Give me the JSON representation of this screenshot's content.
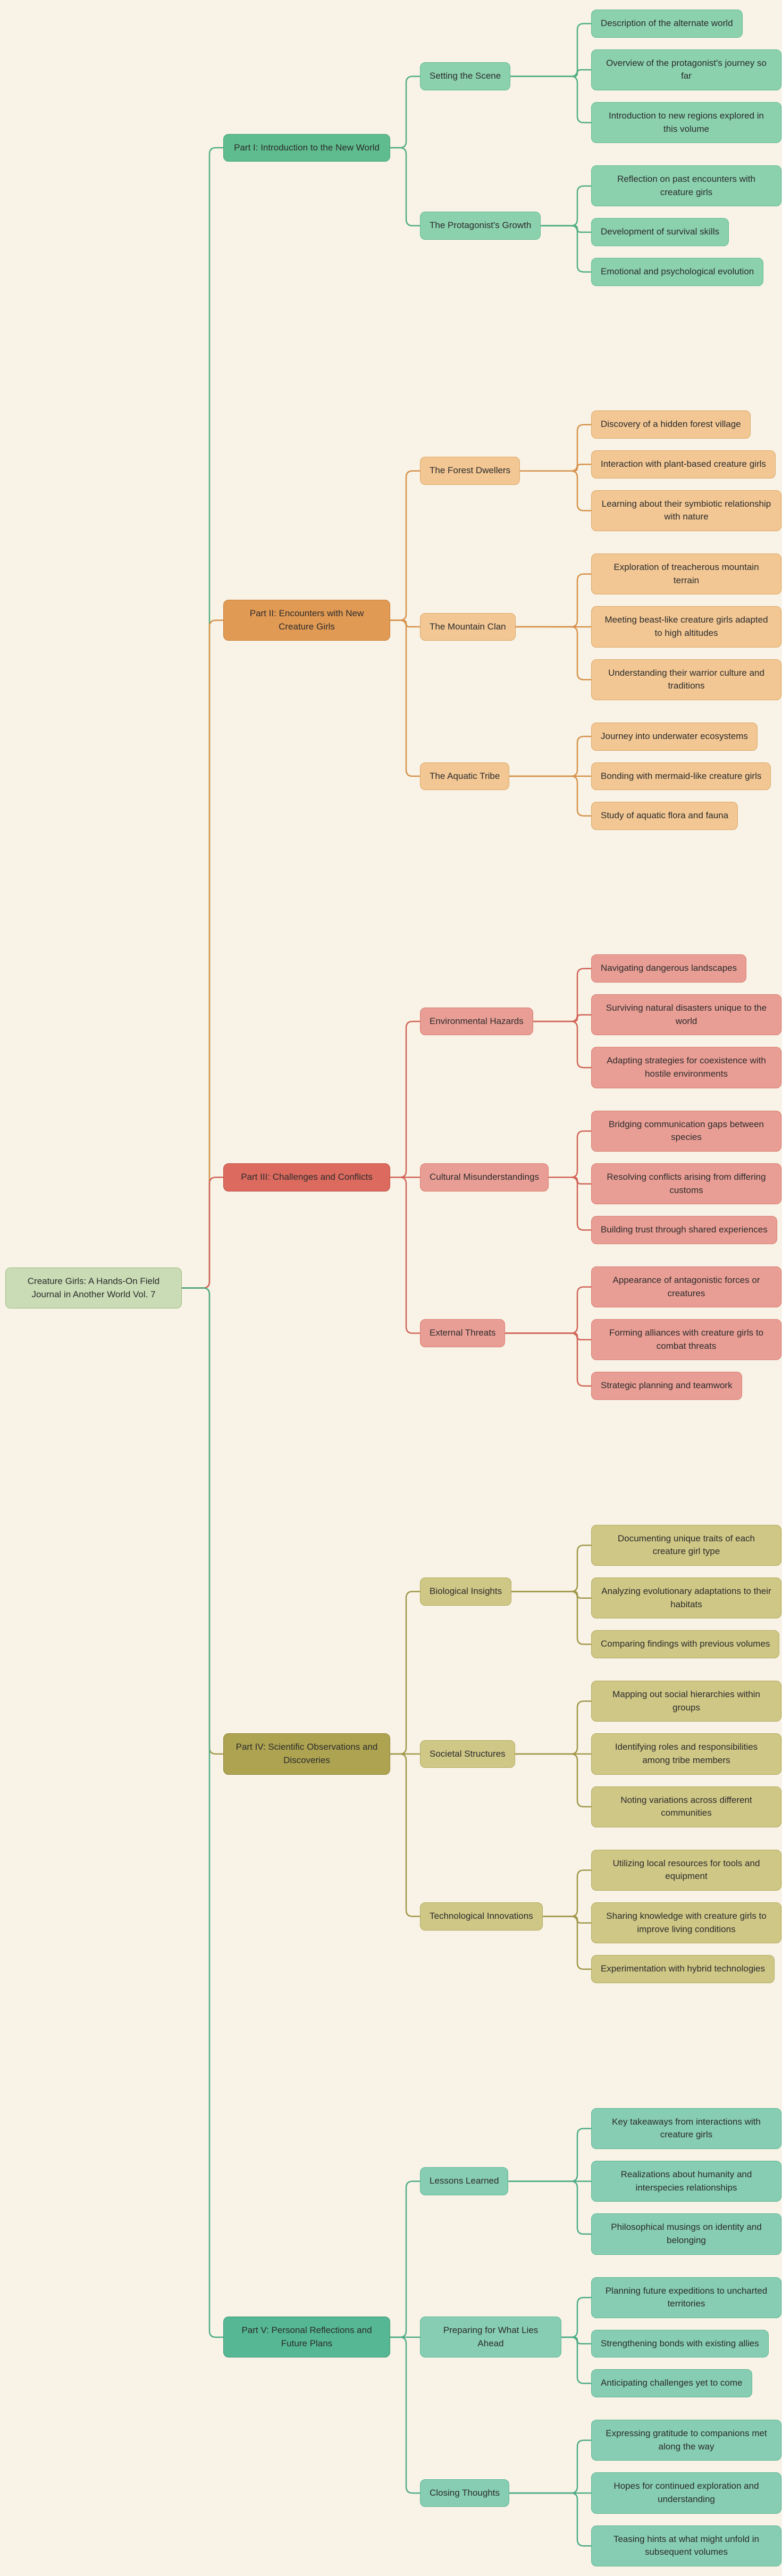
{
  "canvas": {
    "background": "#F8F3E6",
    "text_color": "#2B2B2B"
  },
  "root": {
    "label": "Creature Girls: A Hands-On Field Journal in Another World Vol. 7",
    "fill": "#C9DCB5",
    "border": "#9CBB82"
  },
  "branches": [
    {
      "label": "Part I: Introduction to the New World",
      "fill": "#5FBC8E",
      "border": "#45A276",
      "child_fill": "#8BD1AE",
      "child_border": "#62BA90",
      "line": "#52AE81",
      "children": [
        {
          "label": "Setting the Scene",
          "children": [
            "Description of the alternate world",
            "Overview of the protagonist's journey so far",
            "Introduction to new regions explored in this volume"
          ]
        },
        {
          "label": "The Protagonist's Growth",
          "children": [
            "Reflection on past encounters with creature girls",
            "Development of survival skills",
            "Emotional and psychological evolution"
          ]
        }
      ]
    },
    {
      "label": "Part II: Encounters with New Creature Girls",
      "fill": "#E19A54",
      "border": "#C97F3B",
      "child_fill": "#F2C794",
      "child_border": "#DEA766",
      "line": "#D6924C",
      "children": [
        {
          "label": "The Forest Dwellers",
          "children": [
            "Discovery of a hidden forest village",
            "Interaction with plant-based creature girls",
            "Learning about their symbiotic relationship with nature"
          ]
        },
        {
          "label": "The Mountain Clan",
          "children": [
            "Exploration of treacherous mountain terrain",
            "Meeting beast-like creature girls adapted to high altitudes",
            "Understanding their warrior culture and traditions"
          ]
        },
        {
          "label": "The Aquatic Tribe",
          "children": [
            "Journey into underwater ecosystems",
            "Bonding with mermaid-like creature girls",
            "Study of aquatic flora and fauna"
          ]
        }
      ]
    },
    {
      "label": "Part III: Challenges and Conflicts",
      "fill": "#DC6A5E",
      "border": "#C05045",
      "child_fill": "#E99E95",
      "child_border": "#D87C71",
      "line": "#D26458",
      "children": [
        {
          "label": "Environmental Hazards",
          "children": [
            "Navigating dangerous landscapes",
            "Surviving natural disasters unique to the world",
            "Adapting strategies for coexistence with hostile environments"
          ]
        },
        {
          "label": "Cultural Misunderstandings",
          "children": [
            "Bridging communication gaps between species",
            "Resolving conflicts arising from differing customs",
            "Building trust through shared experiences"
          ]
        },
        {
          "label": "External Threats",
          "children": [
            "Appearance of antagonistic forces or creatures",
            "Forming alliances with creature girls to combat threats",
            "Strategic planning and teamwork"
          ]
        }
      ]
    },
    {
      "label": "Part IV: Scientific Observations and Discoveries",
      "fill": "#ADA351",
      "border": "#918739",
      "child_fill": "#CFC786",
      "child_border": "#B3AA5E",
      "line": "#A1974B",
      "children": [
        {
          "label": "Biological Insights",
          "children": [
            "Documenting unique traits of each creature girl type",
            "Analyzing evolutionary adaptations to their habitats",
            "Comparing findings with previous volumes"
          ]
        },
        {
          "label": "Societal Structures",
          "children": [
            "Mapping out social hierarchies within groups",
            "Identifying roles and responsibilities among tribe members",
            "Noting variations across different communities"
          ]
        },
        {
          "label": "Technological Innovations",
          "children": [
            "Utilizing local resources for tools and equipment",
            "Sharing knowledge with creature girls to improve living conditions",
            "Experimentation with hybrid technologies"
          ]
        }
      ]
    },
    {
      "label": "Part V: Personal Reflections and Future Plans",
      "fill": "#55B794",
      "border": "#3D9A79",
      "child_fill": "#87CDB4",
      "child_border": "#60B794",
      "line": "#4FAB88",
      "children": [
        {
          "label": "Lessons Learned",
          "children": [
            "Key takeaways from interactions with creature girls",
            "Realizations about humanity and interspecies relationships",
            "Philosophical musings on identity and belonging"
          ]
        },
        {
          "label": "Preparing for What Lies Ahead",
          "children": [
            "Planning future expeditions to uncharted territories",
            "Strengthening bonds with existing allies",
            "Anticipating challenges yet to come"
          ]
        },
        {
          "label": "Closing Thoughts",
          "children": [
            "Expressing gratitude to companions met along the way",
            "Hopes for continued exploration and understanding",
            "Teasing hints at what might unfold in subsequent volumes"
          ]
        }
      ]
    }
  ]
}
